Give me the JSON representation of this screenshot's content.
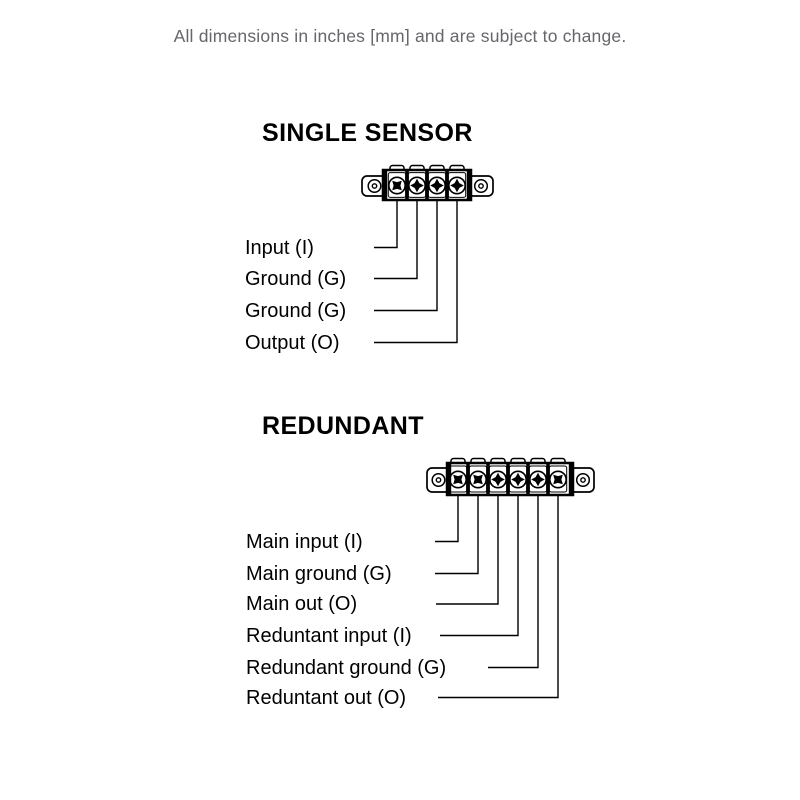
{
  "note": {
    "text": "All dimensions in inches [mm] and are subject to change."
  },
  "sections": [
    {
      "title": "SINGLE SENSOR",
      "terminal_count": 4,
      "labels": [
        "Input (I)",
        "Ground (G)",
        "Ground (G)",
        "Output (O)"
      ]
    },
    {
      "title": "REDUNDANT",
      "terminal_count": 6,
      "labels": [
        "Main input (I)",
        "Main ground (G)",
        "Main out (O)",
        "Reduntant input (I)",
        "Redundant ground (G)",
        "Reduntant out (O)"
      ]
    }
  ],
  "colors": {
    "background": "#ffffff",
    "note_text": "#66666c",
    "diagram_line": "#000000",
    "label_text": "#000000"
  }
}
